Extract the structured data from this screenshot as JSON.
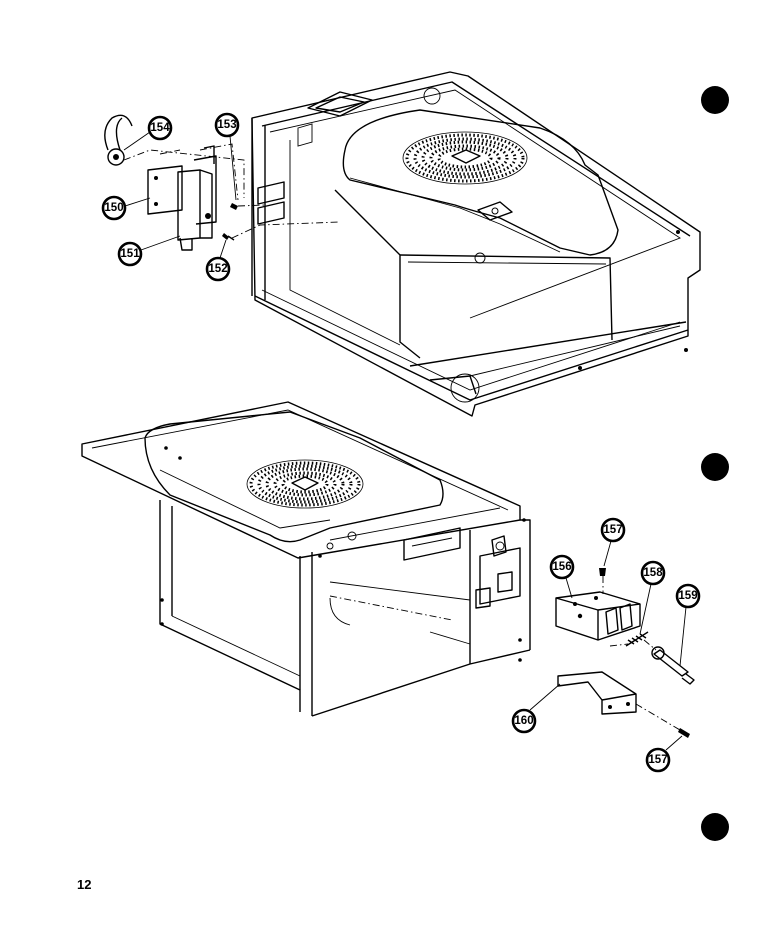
{
  "page": {
    "number": "12"
  },
  "callouts": {
    "c150": "150",
    "c151": "151",
    "c152": "152",
    "c153": "153",
    "c154": "154",
    "c156": "156",
    "c157a": "157",
    "c157b": "157",
    "c158": "158",
    "c159": "159",
    "c160": "160"
  },
  "colors": {
    "ink": "#000000",
    "paper": "#ffffff"
  }
}
